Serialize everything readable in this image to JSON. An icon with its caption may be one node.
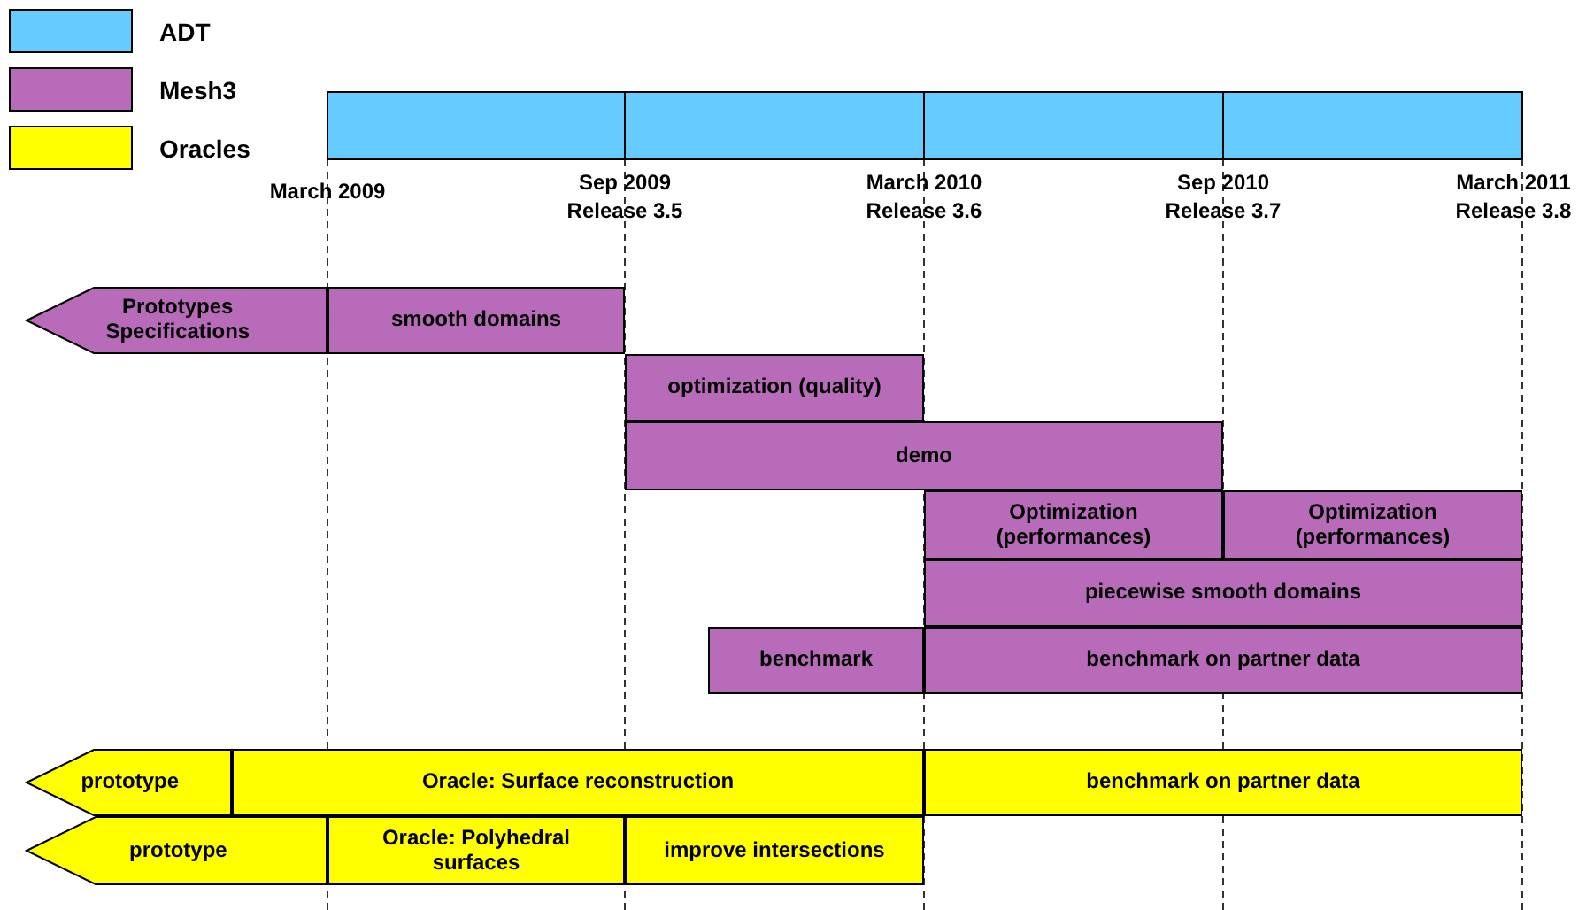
{
  "diagram": {
    "nodes": [
      {
        "text": [
          "Prototypes Specifications"
        ]
      },
      {
        "text": [
          "smooth domains"
        ]
      },
      {
        "text": [
          "optimization (quality)"
        ]
      },
      {
        "text": [
          "demo"
        ]
      },
      {
        "text": [
          "Optimization (performances)"
        ]
      },
      {
        "text": [
          "Optimization (performances)"
        ]
      },
      {
        "text": [
          "piecewise smooth domains"
        ]
      },
      {
        "text": [
          "benchmark"
        ]
      },
      {
        "text": [
          "benchmark on partner data"
        ]
      },
      {
        "text": [
          "prototype"
        ]
      },
      {
        "text": [
          "Oracle: Surface reconstruction"
        ]
      },
      {
        "text": [
          "benchmark on partner data"
        ]
      },
      {
        "text": [
          "prototype"
        ]
      },
      {
        "text": [
          "Oracle: Polyhedral surfaces"
        ]
      },
      {
        "text": [
          "improve intersections"
        ]
      }
    ],
    "labels": [
      "March 2009",
      "Sep 2009",
      "Release 3.5",
      "March 2010",
      "Release 3.6",
      "Sep 2010",
      "Release 3.7",
      "March 2011",
      "Release 3.8"
    ],
    "legend": [
      {
        "text": "ADT",
        "color": "#66ccff"
      },
      {
        "text": "Mesh3",
        "color": "#b86bb8"
      },
      {
        "text": "Oracles",
        "color": "#ffff00"
      }
    ]
  }
}
